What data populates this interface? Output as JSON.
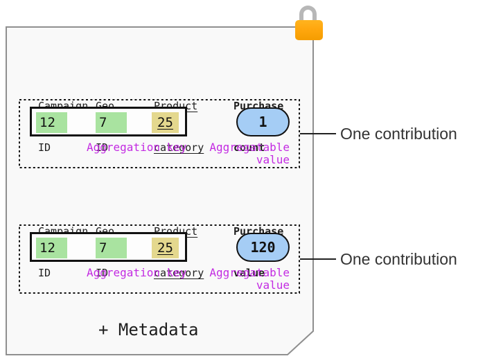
{
  "document": {
    "footer_text": "+ Metadata",
    "fill_color": "#f9f9f9",
    "border_color": "#8f8f8f"
  },
  "lock": {
    "body_color": "#ffa70e",
    "shackle_color": "#b7b7b7"
  },
  "colors": {
    "key_cell_green": "#a9e3a0",
    "key_cell_yellow": "#e4d88e",
    "value_pill_blue": "#a5cdf5",
    "label_magenta": "#c32be2"
  },
  "sections": [
    {
      "headers": [
        {
          "lines": [
            "Campaign",
            "ID"
          ]
        },
        {
          "lines": [
            "Geo",
            "ID"
          ]
        },
        {
          "lines": [
            "Product",
            "category"
          ]
        },
        {
          "lines": [
            "Purchase",
            "count"
          ]
        }
      ],
      "key_cells": [
        {
          "value": "12"
        },
        {
          "value": "7"
        },
        {
          "value": "25"
        }
      ],
      "key_label": "Aggregation key",
      "value": "1",
      "value_label_lines": [
        "Aggregatable",
        "value"
      ],
      "annotation": "One contribution"
    },
    {
      "headers": [
        {
          "lines": [
            "Campaign",
            "ID"
          ]
        },
        {
          "lines": [
            "Geo",
            "ID"
          ]
        },
        {
          "lines": [
            "Product",
            "category"
          ]
        },
        {
          "lines": [
            "Purchase",
            "value"
          ]
        }
      ],
      "key_cells": [
        {
          "value": "12"
        },
        {
          "value": "7"
        },
        {
          "value": "25"
        }
      ],
      "key_label": "Aggregation key",
      "value": "120",
      "value_label_lines": [
        "Aggregatable",
        "value"
      ],
      "annotation": "One contribution"
    }
  ]
}
